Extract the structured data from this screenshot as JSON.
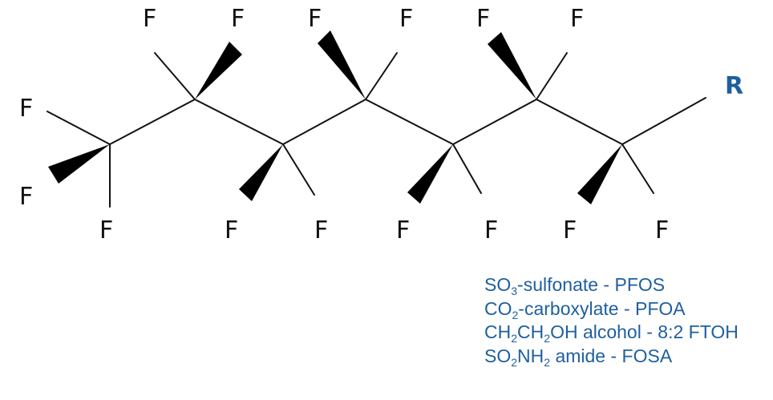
{
  "diagram": {
    "atom_symbol": "F",
    "r_group": {
      "label": "R"
    },
    "colors": {
      "bonds": "#111111",
      "wedges": "#000000",
      "atom_labels": "#111111",
      "r_group": "#1f5f9e",
      "legend": "#1f5f9e"
    },
    "legend": [
      [
        {
          "t": "SO"
        },
        {
          "t": "3",
          "sub": true
        },
        {
          "t": "-sulfonate - PFOS"
        }
      ],
      [
        {
          "t": "CO"
        },
        {
          "t": "2",
          "sub": true
        },
        {
          "t": "-carboxylate - PFOA"
        }
      ],
      [
        {
          "t": "CH"
        },
        {
          "t": "2",
          "sub": true
        },
        {
          "t": "CH"
        },
        {
          "t": "2",
          "sub": true
        },
        {
          "t": "OH alcohol - 8:2 FTOH"
        }
      ],
      [
        {
          "t": "SO"
        },
        {
          "t": "2",
          "sub": true
        },
        {
          "t": "NH"
        },
        {
          "t": "2",
          "sub": true
        },
        {
          "t": " amide - FOSA"
        }
      ]
    ]
  }
}
